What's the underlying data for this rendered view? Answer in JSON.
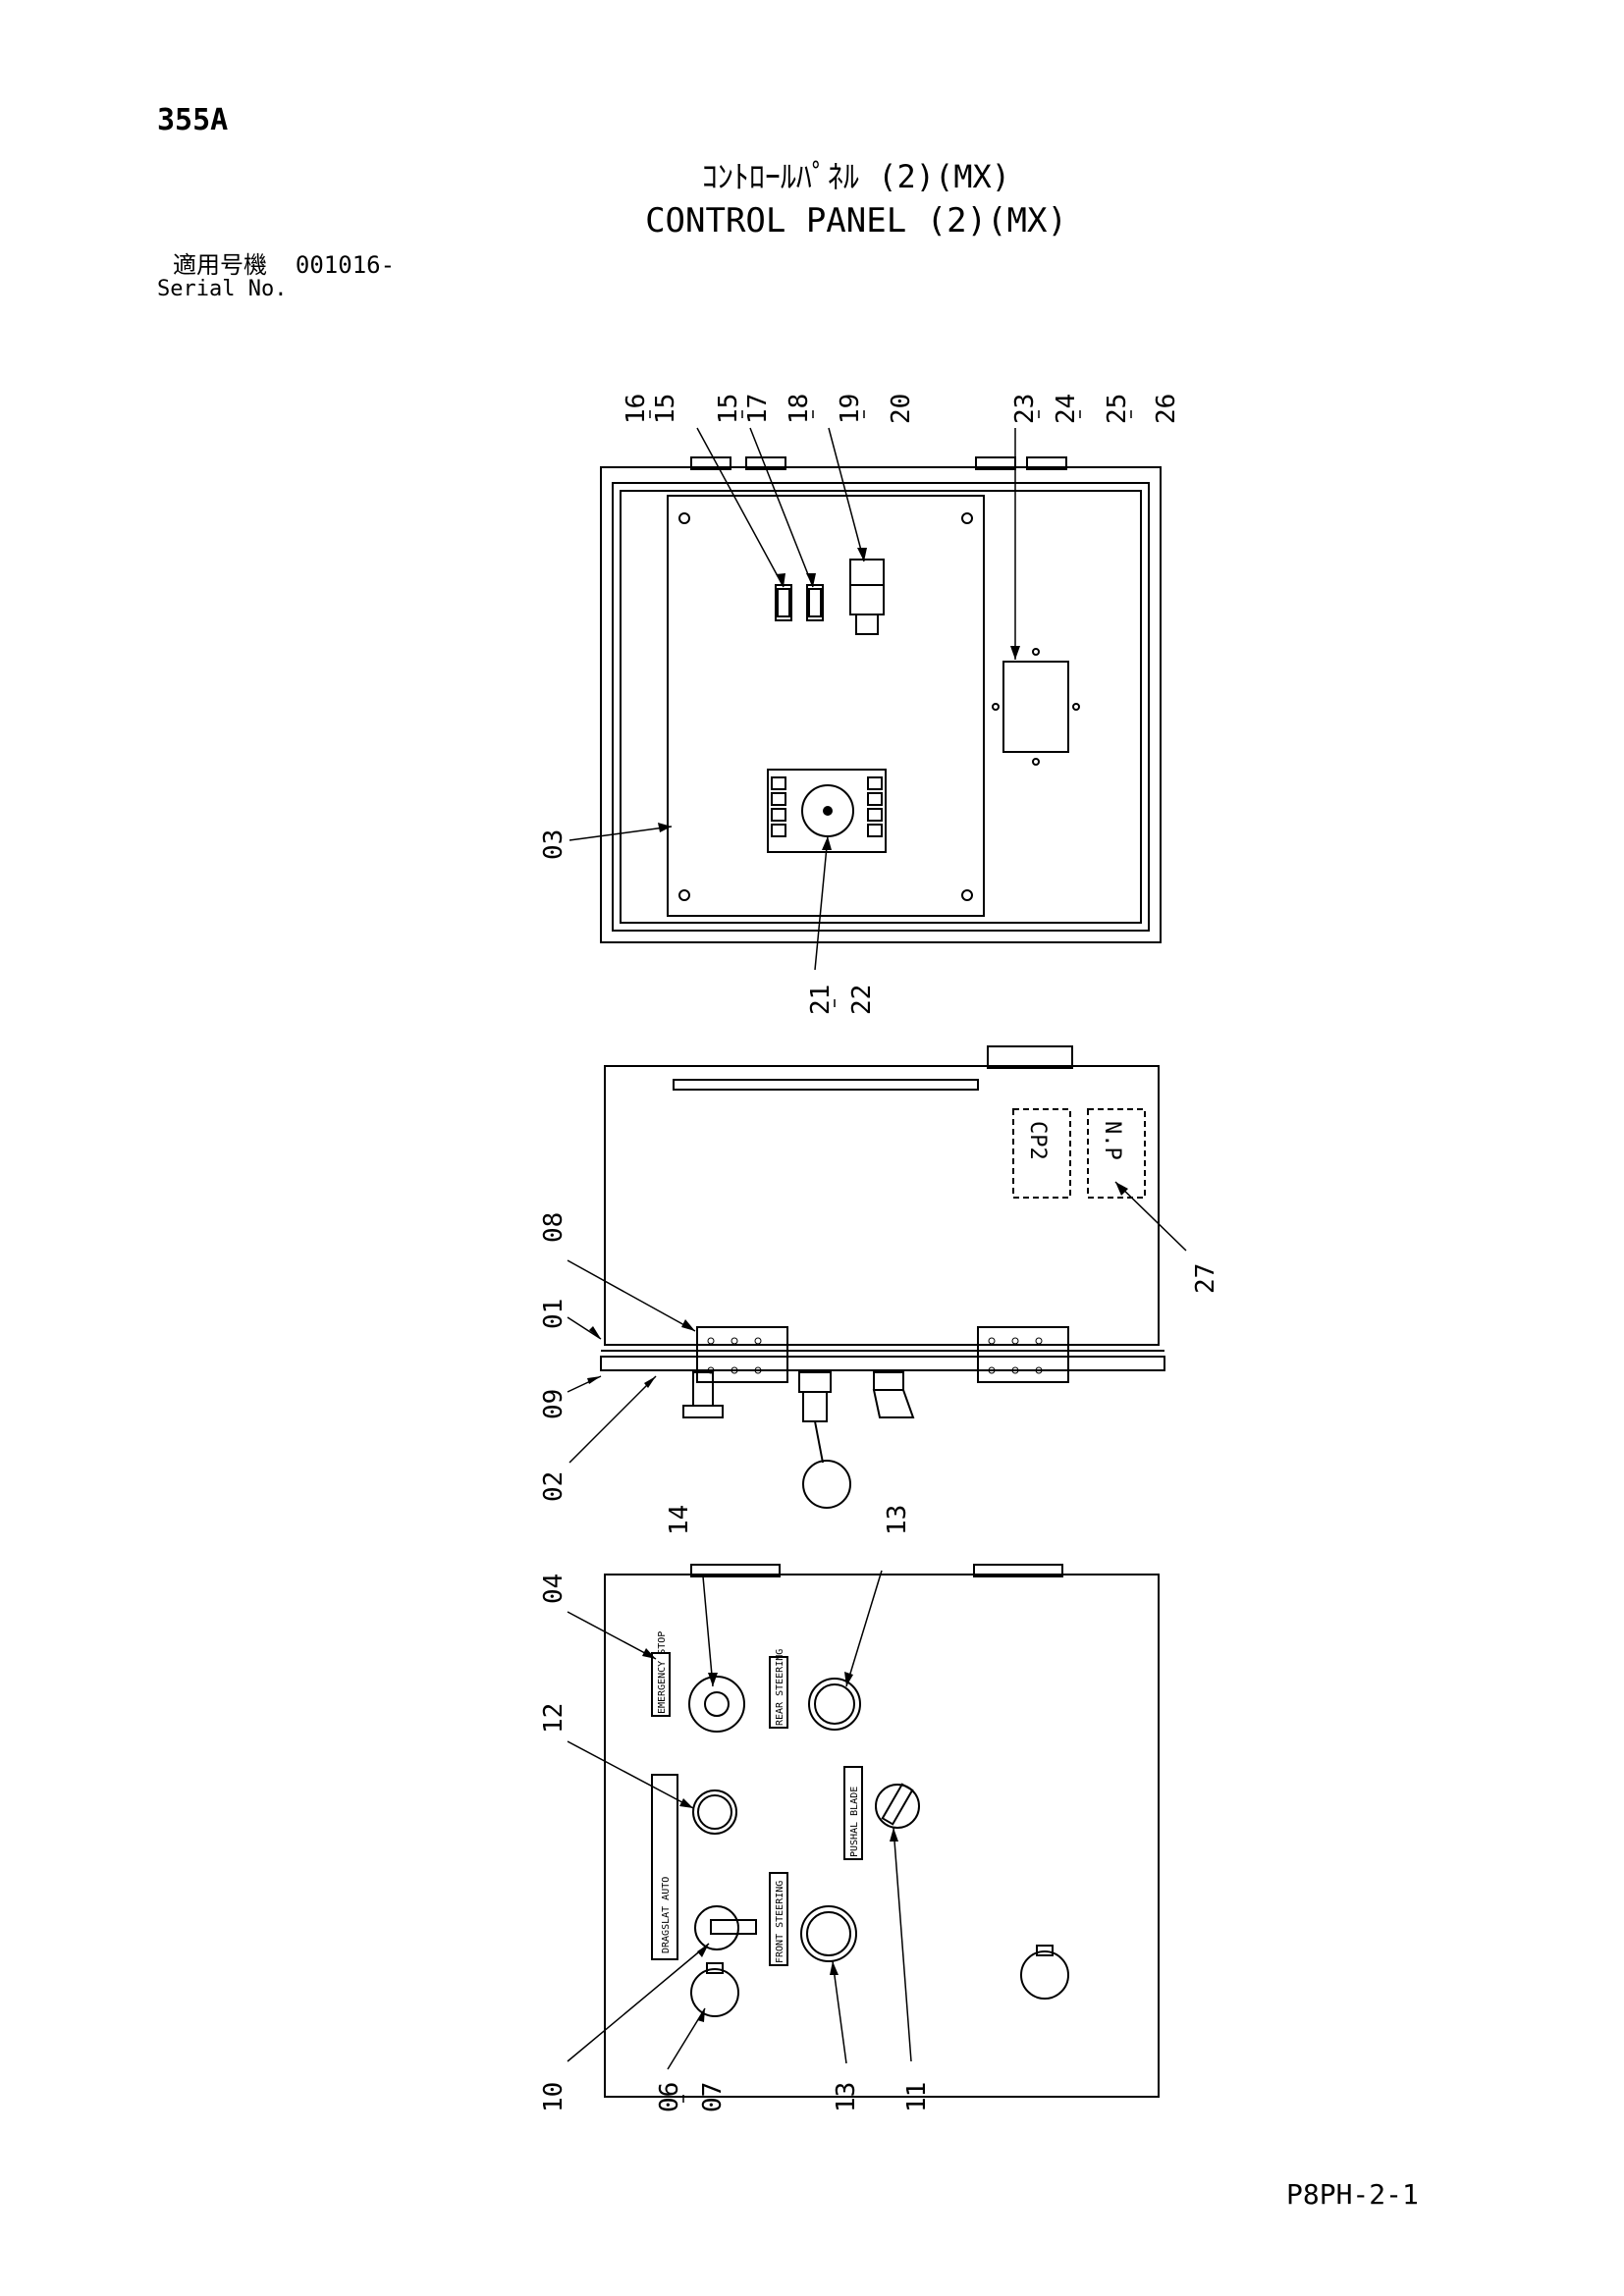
{
  "header": {
    "page_code": "355A",
    "title_jp": "ｺﾝﾄﾛｰﾙﾊﾟﾈﾙ (2)(MX)",
    "title_en": "CONTROL PANEL (2)(MX)",
    "serial_label_jp": "適用号機",
    "serial_value": "001016-",
    "serial_label_en": "Serial No."
  },
  "footer": {
    "code": "P8PH-2-1"
  },
  "views": {
    "interior": {
      "callouts": [
        "16",
        "15",
        "15",
        "17",
        "18",
        "19",
        "20",
        "23",
        "24",
        "25",
        "26",
        "03",
        "21",
        "22"
      ]
    },
    "side": {
      "panel_labels": [
        "CP2",
        "N.P"
      ],
      "callouts": [
        "08",
        "01",
        "09",
        "02",
        "27"
      ]
    },
    "front": {
      "panel_labels": [
        "EMERGENCY STOP",
        "REAR STEERING",
        "DRAGSLAT AUTO",
        "PUSHAL BLADE",
        "FRONT STEERING"
      ],
      "callouts": [
        "04",
        "14",
        "13",
        "12",
        "10",
        "06",
        "07",
        "13",
        "11"
      ]
    }
  }
}
